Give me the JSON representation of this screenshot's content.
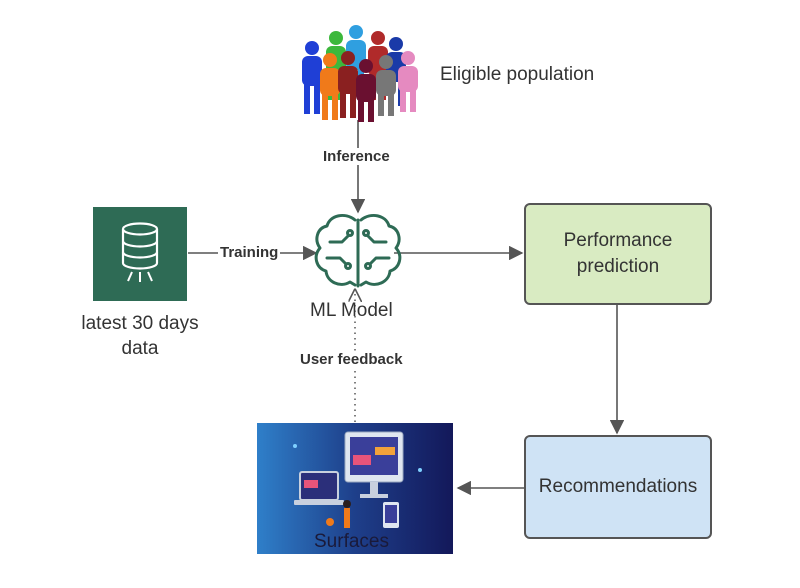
{
  "nodes": {
    "population": "Eligible population",
    "data": "latest 30 days\ndata",
    "model": "ML Model",
    "performance": "Performance prediction",
    "recommendations": "Recommendations",
    "surfaces": "Surfaces"
  },
  "edges": {
    "inference": "Inference",
    "training": "Training",
    "feedback": "User feedback"
  },
  "colors": {
    "database_bg": "#2e6b55",
    "brain_stroke": "#2e6b55",
    "performance_fill": "#d9ebc2",
    "recommendations_fill": "#cfe3f5",
    "arrow": "#555555"
  },
  "icons": {
    "people": "people-crowd-icon",
    "database": "database-icon",
    "brain": "brain-circuit-icon",
    "surfaces": "devices-illustration-icon"
  }
}
